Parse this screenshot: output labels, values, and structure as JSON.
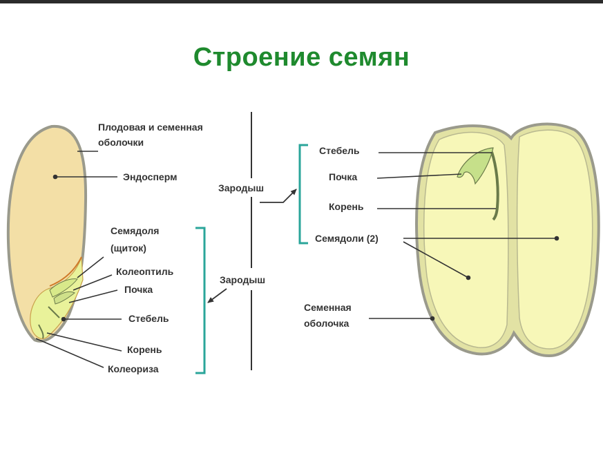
{
  "title": "Строение семян",
  "colors": {
    "title": "#1f8a2e",
    "endosperm": "#f3dfa6",
    "cotyledon": "#f7f7b8",
    "embryo": "#e9f29a",
    "seed_coat": "#9a9a8c",
    "bracket": "#2aa59a",
    "label_text": "#333333"
  },
  "left_seed": {
    "labels": {
      "coat_line1": "Плодовая и семенная",
      "coat_line2": "оболочки",
      "endosperm": "Эндосперм",
      "cotyledon_line1": "Семядоля",
      "cotyledon_line2": "(щиток)",
      "coleoptile": "Колеоптиль",
      "bud": "Почка",
      "stem": "Стебель",
      "root": "Корень",
      "coleorhiza": "Колеориза"
    },
    "embryo_label": "Зародыш"
  },
  "center": {
    "embryo_label_upper": "Зародыш"
  },
  "right_seed": {
    "labels": {
      "stem": "Стебель",
      "bud": "Почка",
      "root": "Корень",
      "cotyledons": "Семядоли (2)",
      "coat_line1": "Семенная",
      "coat_line2": "оболочка"
    }
  }
}
